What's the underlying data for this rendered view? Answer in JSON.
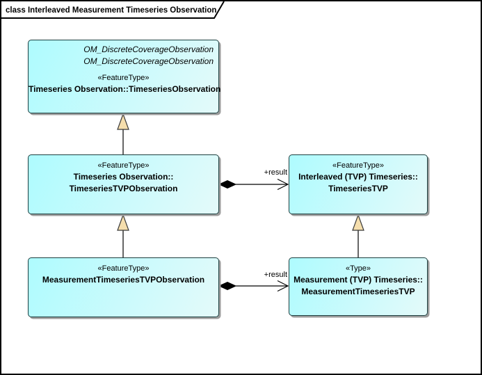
{
  "frame": {
    "title": "class Interleaved Measurement Timeseries Observation"
  },
  "classes": {
    "timeseriesObservation": {
      "parents": [
        "OM_DiscreteCoverageObservation",
        "OM_DiscreteCoverageObservation"
      ],
      "stereotype": "«FeatureType»",
      "name_lines": [
        "Timeseries Observation::TimeseriesObservation"
      ]
    },
    "timeseriesTVPObservation": {
      "stereotype": "«FeatureType»",
      "name_lines": [
        "Timeseries Observation::",
        "TimeseriesTVPObservation"
      ]
    },
    "interleavedTimeseriesTVP": {
      "stereotype": "«FeatureType»",
      "name_lines": [
        "Interleaved (TVP) Timeseries::",
        "TimeseriesTVP"
      ]
    },
    "measurementTimeseriesTVPObservation": {
      "stereotype": "«FeatureType»",
      "name_lines": [
        "MeasurementTimeseriesTVPObservation"
      ]
    },
    "measurementTimeseriesTVP": {
      "stereotype": "«Type»",
      "name_lines": [
        "Measurement (TVP) Timeseries::",
        "MeasurementTimeseriesTVP"
      ]
    }
  },
  "connectors": {
    "result_mid": {
      "label": "+result",
      "type": "composition",
      "from": "TimeseriesTVPObservation",
      "to": "TimeseriesTVP"
    },
    "result_bottom": {
      "label": "+result",
      "type": "composition",
      "from": "MeasurementTimeseriesTVPObservation",
      "to": "MeasurementTimeseriesTVP"
    },
    "generalization_top": {
      "type": "generalization",
      "from": "TimeseriesTVPObservation",
      "to": "TimeseriesObservation"
    },
    "generalization_left": {
      "type": "generalization",
      "from": "MeasurementTimeseriesTVPObservation",
      "to": "TimeseriesTVPObservation"
    },
    "generalization_right": {
      "type": "generalization",
      "from": "MeasurementTimeseriesTVP",
      "to": "TimeseriesTVP"
    }
  },
  "colors": {
    "canvas_bg": "#ffffff",
    "frame_border": "#000000",
    "tab_bg": "#ffffff",
    "text": "#000000",
    "box_fill_start": "#aefbfe",
    "box_fill_end": "#e4fafa",
    "box_border": "#1c3f3f",
    "shadow": "#9c9c9c",
    "triangle_fill": "#f5dead",
    "line": "#000000"
  }
}
